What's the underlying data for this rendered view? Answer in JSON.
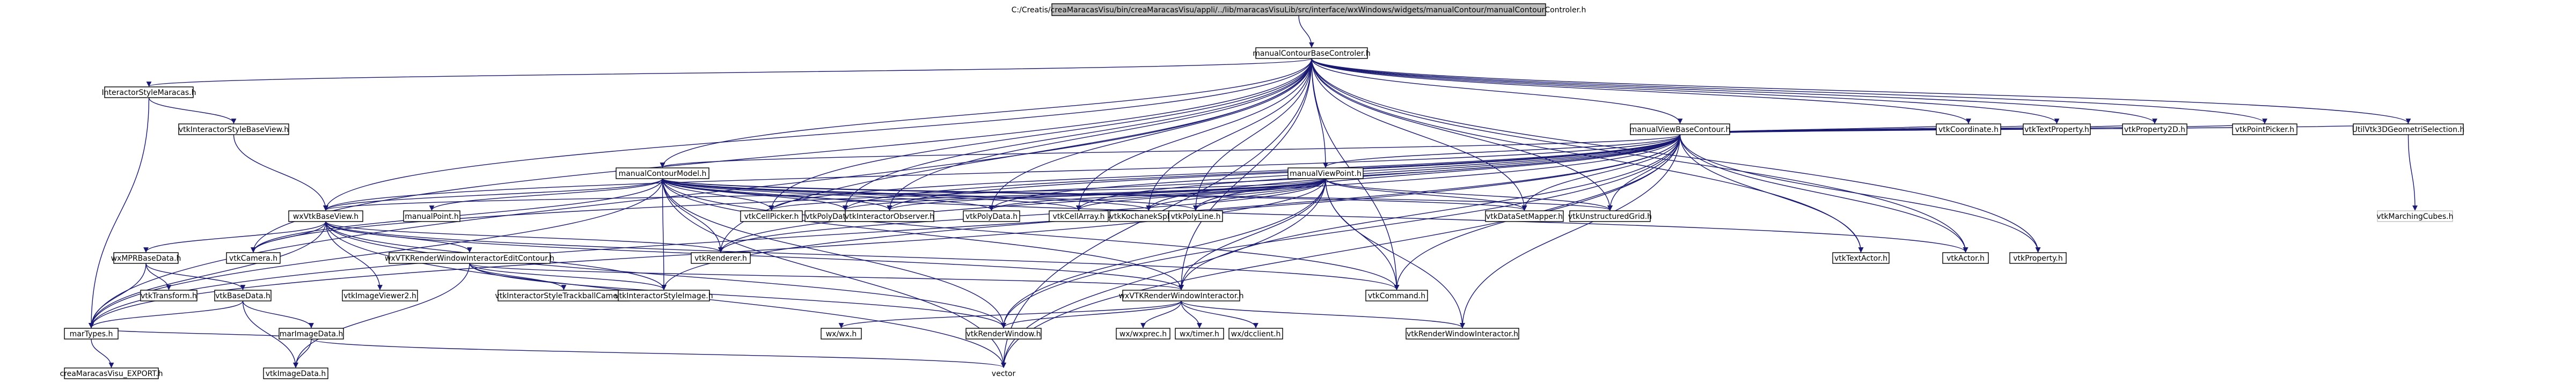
{
  "diagram": {
    "type": "include-dependency-graph",
    "nodes": {
      "root": "C:/Creatis/creaMaracasVisu/bin/creaMaracasVisu/appli/../lib/maracasVisuLib/src/interface/wxWindows/widgets/manualContour/manualContourControler.h",
      "manualContourBaseControler": "manualContourBaseControler.h",
      "interactorStyleMaracas": "InteractorStyleMaracas.h",
      "vtkInteractorStyleBaseView": "vtkInteractorStyleBaseView.h",
      "wxVtkBaseView": "wxVtkBaseView.h",
      "wxMPRBaseData": "wxMPRBaseData.h",
      "vtkBaseData": "vtkBaseData.h",
      "marImageData": "marImageData.h",
      "marTypes": "marTypes.h",
      "creaMaracasVisuExport": "creaMaracasVisu_EXPORT.h",
      "vtkTransform": "vtkTransform.h",
      "vtkImageData": "vtkImageData.h",
      "vtkCamera": "vtkCamera.h",
      "vtkImageViewer2": "vtkImageViewer2.h",
      "manualContourModel": "manualContourModel.h",
      "manualPoint": "manualPoint.h",
      "wxVTKRenderWindowInteractorEditContour": "wxVTKRenderWindowInteractorEditContour.h",
      "vtkInteractorStyleTrackballCamera": "vtkInteractorStyleTrackballCamera.h",
      "vtkInteractorStyleImage": "vtkInteractorStyleImage.h",
      "vtkRenderer": "vtkRenderer.h",
      "wxVTKRenderWindowInteractor": "wxVTKRenderWindowInteractor.h",
      "wxWx": "wx/wx.h",
      "vtkRenderWindow": "vtkRenderWindow.h",
      "wxWxprec": "wx/wxprec.h",
      "wxTimer": "wx/timer.h",
      "wxDcclient": "wx/dcclient.h",
      "vtkRenderWindowInteractor": "vtkRenderWindowInteractor.h",
      "vector": "vector",
      "vtkCommand": "vtkCommand.h",
      "vtkCellPicker": "vtkCellPicker.h",
      "vtkPolyDataMapper": "vtkPolyDataMapper.h",
      "vtkInteractorObserver": "vtkInteractorObserver.h",
      "vtkPolyData": "vtkPolyData.h",
      "vtkCellArray": "vtkCellArray.h",
      "vtkKochanekSpline": "vtkKochanekSpline.h",
      "vtkPolyLine": "vtkPolyLine.h",
      "vtkDataSetMapper": "vtkDataSetMapper.h",
      "vtkUnstructuredGrid": "vtkUnstructuredGrid.h",
      "manualViewPoint": "manualViewPoint.h",
      "manualViewBaseContour": "manualViewBaseContour.h",
      "vtkCoordinate": "vtkCoordinate.h",
      "vtkTextProperty": "vtkTextProperty.h",
      "vtkProperty2D": "vtkProperty2D.h",
      "vtkPointPicker": "vtkPointPicker.h",
      "utilVtk3DGeometriSelection": "UtilVtk3DGeometriSelection.h",
      "vtkMarchingCubes": "vtkMarchingCubes.h",
      "vtkTextActor": "vtkTextActor.h",
      "vtkActor": "vtkActor.h",
      "vtkProperty": "vtkProperty.h"
    }
  }
}
